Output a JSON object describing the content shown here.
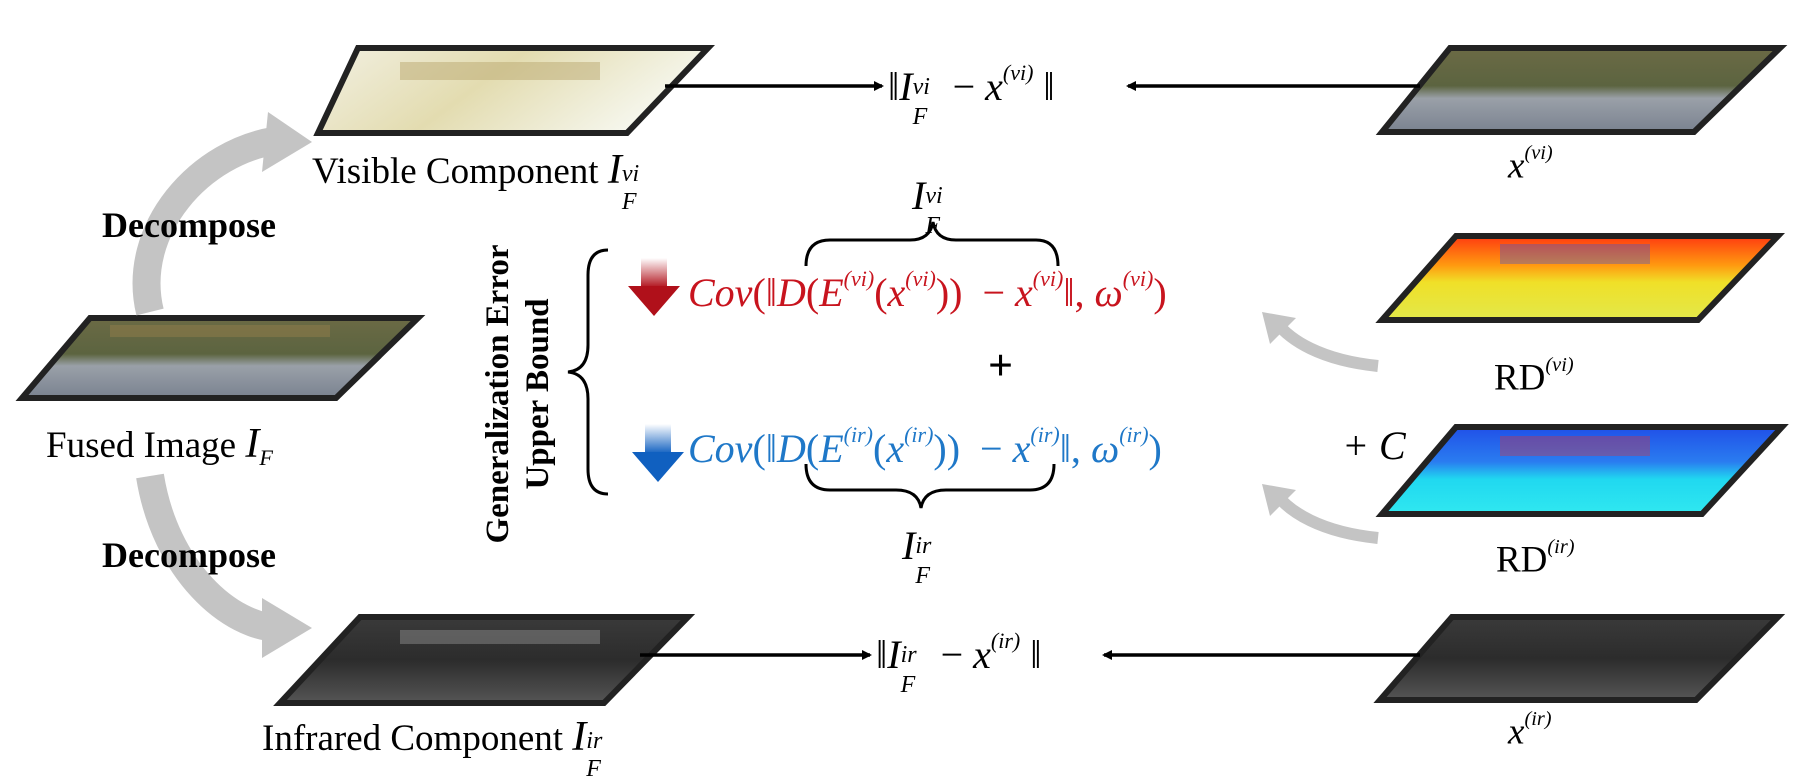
{
  "labels": {
    "fused_image": "Fused Image",
    "fused_symbol": "I",
    "fused_sub": "F",
    "visible_component": "Visible Component",
    "infrared_component": "Infrared Component",
    "decompose_top": "Decompose",
    "decompose_bottom": "Decompose",
    "bound_line1": "Generalization Error",
    "bound_line2": "Upper Bound",
    "plus": "+",
    "rd_vi": "RD",
    "rd_ir": "RD",
    "sup_vi": "(vi)",
    "sup_ir": "(ir)",
    "script_vi": "vi",
    "script_ir": "ir",
    "x": "x"
  },
  "equations": {
    "top_norm": "‖I",
    "bottom_norm": "‖I",
    "cov_label": "Cov",
    "constant": "+ C"
  },
  "colors": {
    "red": "#c8141e",
    "blue": "#1f78c8",
    "arrow_gray": "#c0c0c0"
  }
}
